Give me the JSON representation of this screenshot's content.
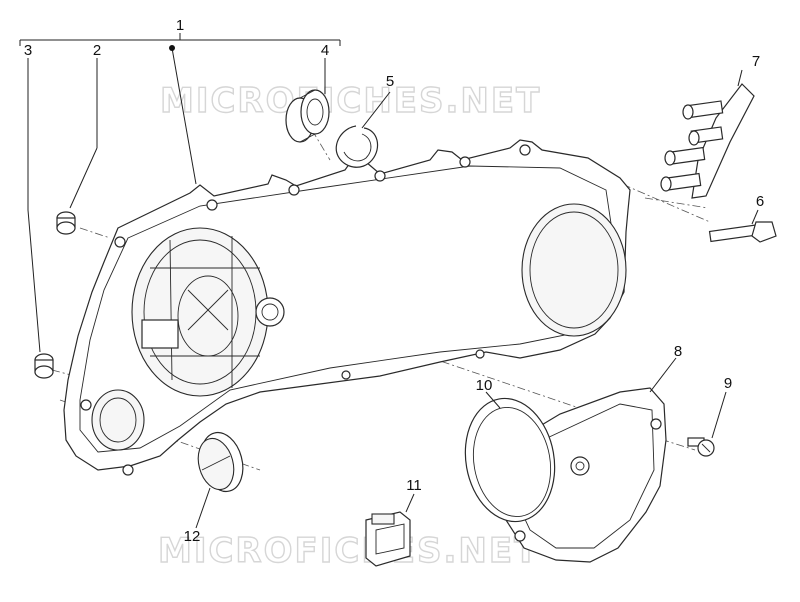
{
  "diagram": {
    "watermarks": [
      "MICROFICHES.NET",
      "MICROFICHES.NET"
    ],
    "callouts": [
      {
        "id": "1",
        "label": "1"
      },
      {
        "id": "2",
        "label": "2"
      },
      {
        "id": "3",
        "label": "3"
      },
      {
        "id": "4",
        "label": "4"
      },
      {
        "id": "5",
        "label": "5"
      },
      {
        "id": "6",
        "label": "6"
      },
      {
        "id": "7",
        "label": "7"
      },
      {
        "id": "8",
        "label": "8"
      },
      {
        "id": "9",
        "label": "9"
      },
      {
        "id": "10",
        "label": "10"
      },
      {
        "id": "11",
        "label": "11"
      },
      {
        "id": "12",
        "label": "12"
      }
    ],
    "colors": {
      "ink": "#2a2a2a",
      "watermark": "#d6d6d6",
      "background": "#ffffff"
    }
  }
}
